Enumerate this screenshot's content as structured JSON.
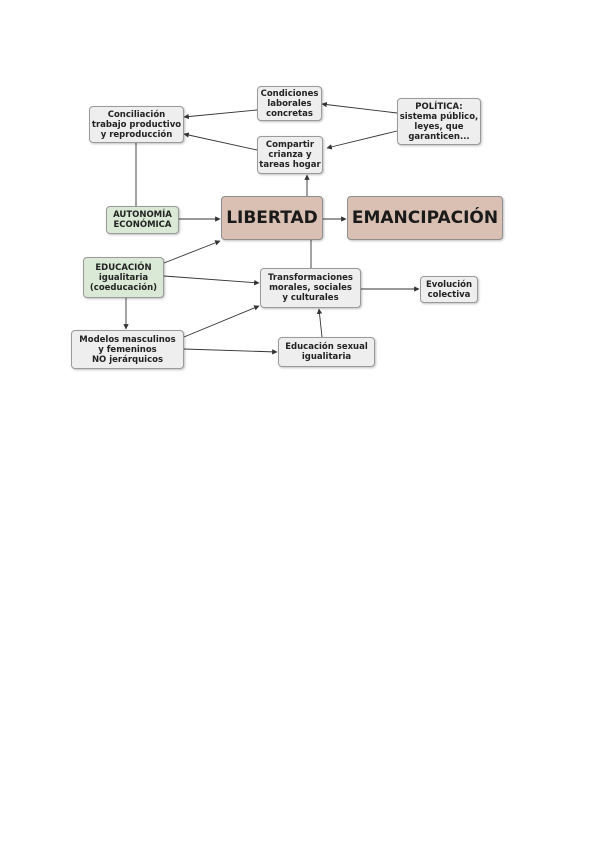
{
  "diagram": {
    "nodes": {
      "condiciones": "Condiciones\nlaborales\nconcretas",
      "politica": "POLÍTICA:\nsistema público,\nleyes, que\ngaranticen...",
      "conciliacion": "Conciliación\ntrabajo productivo\ny reproducción",
      "compartir": "Compartir\ncrianza y\ntareas hogar",
      "autonomia": "AUTONOMÍA\nECONÓMICA",
      "libertad": "LIBERTAD",
      "emancipacion": "EMANCIPACIÓN",
      "educacion": "EDUCACIÓN\nigualitaria\n(coeducación)",
      "transformaciones": "Transformaciones\nmorales, sociales\ny culturales",
      "evolucion": "Evolución\ncolectiva",
      "modelos": "Modelos masculinos\ny femeninos\nNO jerárquicos",
      "educacion_sexual": "Educación sexual\nigualitaria"
    },
    "colors": {
      "neutral_node": "#eeeeee",
      "green_node": "#d9e9d5",
      "main_node": "#d9c0b2",
      "arrow": "#333333"
    }
  }
}
